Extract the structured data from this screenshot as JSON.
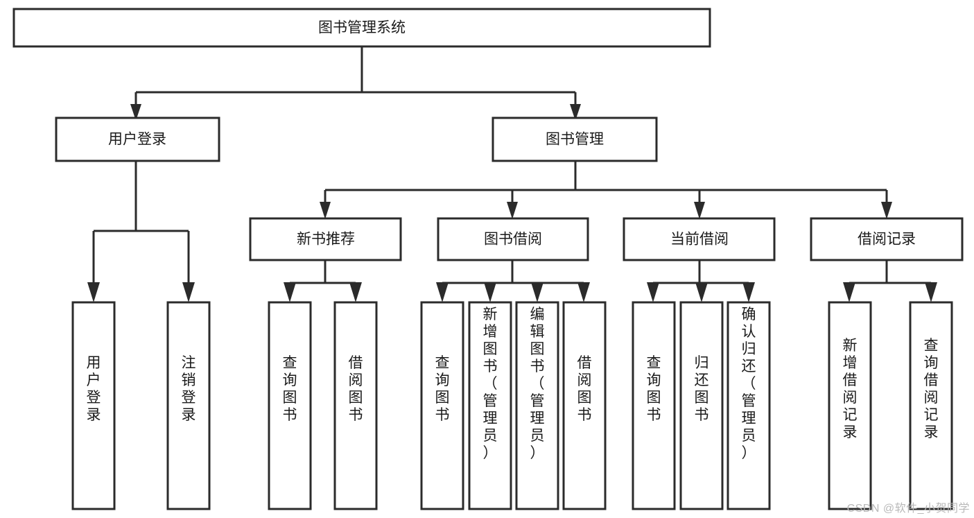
{
  "diagram": {
    "type": "tree",
    "title": "图书管理系统",
    "watermark": "CSDN @软件_小贺同学",
    "colors": {
      "stroke": "#2b2b2b",
      "fill": "#ffffff",
      "text": "#1a1a1a",
      "watermark": "#b9b9b9"
    },
    "nodes": {
      "root": "图书管理系统",
      "level2": [
        "用户登录",
        "图书管理"
      ],
      "level3": [
        "新书推荐",
        "图书借阅",
        "当前借阅",
        "借阅记录"
      ],
      "leaves_user_login": [
        "用户登录",
        "注销登录"
      ],
      "leaves_new_book": [
        "查询图书",
        "借阅图书"
      ],
      "leaves_book_borrow": [
        "查询图书",
        "新增图书（管理员）",
        "编辑图书（管理员）",
        "借阅图书"
      ],
      "leaves_current_borrow": [
        "查询图书",
        "归还图书",
        "确认归还（管理员）"
      ],
      "leaves_borrow_record": [
        "新增借阅记录",
        "查询借阅记录"
      ]
    },
    "edges": [
      {
        "from": "图书管理系统",
        "to": "用户登录"
      },
      {
        "from": "图书管理系统",
        "to": "图书管理"
      },
      {
        "from": "图书管理",
        "to": "新书推荐"
      },
      {
        "from": "图书管理",
        "to": "图书借阅"
      },
      {
        "from": "图书管理",
        "to": "当前借阅"
      },
      {
        "from": "图书管理",
        "to": "借阅记录"
      },
      {
        "from": "用户登录",
        "to": "用户登录"
      },
      {
        "from": "用户登录",
        "to": "注销登录"
      },
      {
        "from": "新书推荐",
        "to": "查询图书"
      },
      {
        "from": "新书推荐",
        "to": "借阅图书"
      },
      {
        "from": "图书借阅",
        "to": "查询图书"
      },
      {
        "from": "图书借阅",
        "to": "新增图书（管理员）"
      },
      {
        "from": "图书借阅",
        "to": "编辑图书（管理员）"
      },
      {
        "from": "图书借阅",
        "to": "借阅图书"
      },
      {
        "from": "当前借阅",
        "to": "查询图书"
      },
      {
        "from": "当前借阅",
        "to": "归还图书"
      },
      {
        "from": "当前借阅",
        "to": "确认归还（管理员）"
      },
      {
        "from": "借阅记录",
        "to": "新增借阅记录"
      },
      {
        "from": "借阅记录",
        "to": "查询借阅记录"
      }
    ]
  }
}
